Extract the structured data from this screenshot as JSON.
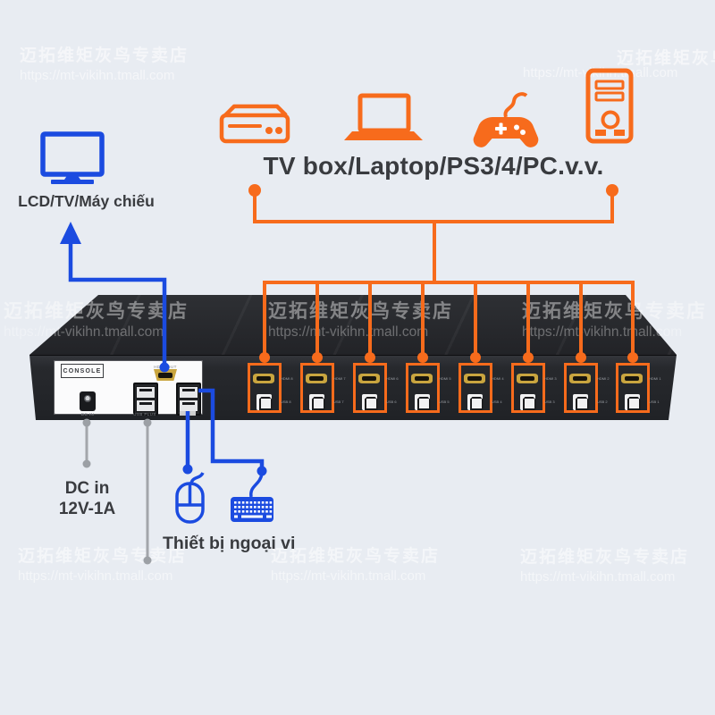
{
  "title": {
    "text": "TV box/Laptop/PS3/4/PC.v.v."
  },
  "display": {
    "label": "LCD/TV/Máy chiếu"
  },
  "power": {
    "line1": "DC in",
    "line2": "12V-1A"
  },
  "peripherals": {
    "label": "Thiết bị ngoại vi"
  },
  "watermark": {
    "store": "迈拓维矩灰鸟专卖店",
    "url": "https://mt-vikihn.tmall.com"
  },
  "device": {
    "console_label": "CONSOLE",
    "hdmi_out_label": "HDMI OUT",
    "dc_in_label": "DC IN",
    "usb_hub_label": "USB PLUS",
    "ports": [
      {
        "hdmi_label": "HDMI 8",
        "usb_label": "USB 8"
      },
      {
        "hdmi_label": "HDMI 7",
        "usb_label": "USB 7"
      },
      {
        "hdmi_label": "HDMI 6",
        "usb_label": "USB 6"
      },
      {
        "hdmi_label": "HDMI 5",
        "usb_label": "USB 5"
      },
      {
        "hdmi_label": "HDMI 4",
        "usb_label": "USB 4"
      },
      {
        "hdmi_label": "HDMI 3",
        "usb_label": "USB 3"
      },
      {
        "hdmi_label": "HDMI 2",
        "usb_label": "USB 2"
      },
      {
        "hdmi_label": "HDMI 1",
        "usb_label": "USB 1"
      }
    ]
  },
  "icons": [
    "tv-box-icon",
    "laptop-icon",
    "gamepad-icon",
    "pc-tower-icon",
    "monitor-icon",
    "mouse-icon",
    "keyboard-icon"
  ],
  "colors": {
    "accent_orange": "#F76B1C",
    "accent_blue": "#1B4BE0",
    "background": "#E8ECF2",
    "device_body": "#26282B"
  }
}
